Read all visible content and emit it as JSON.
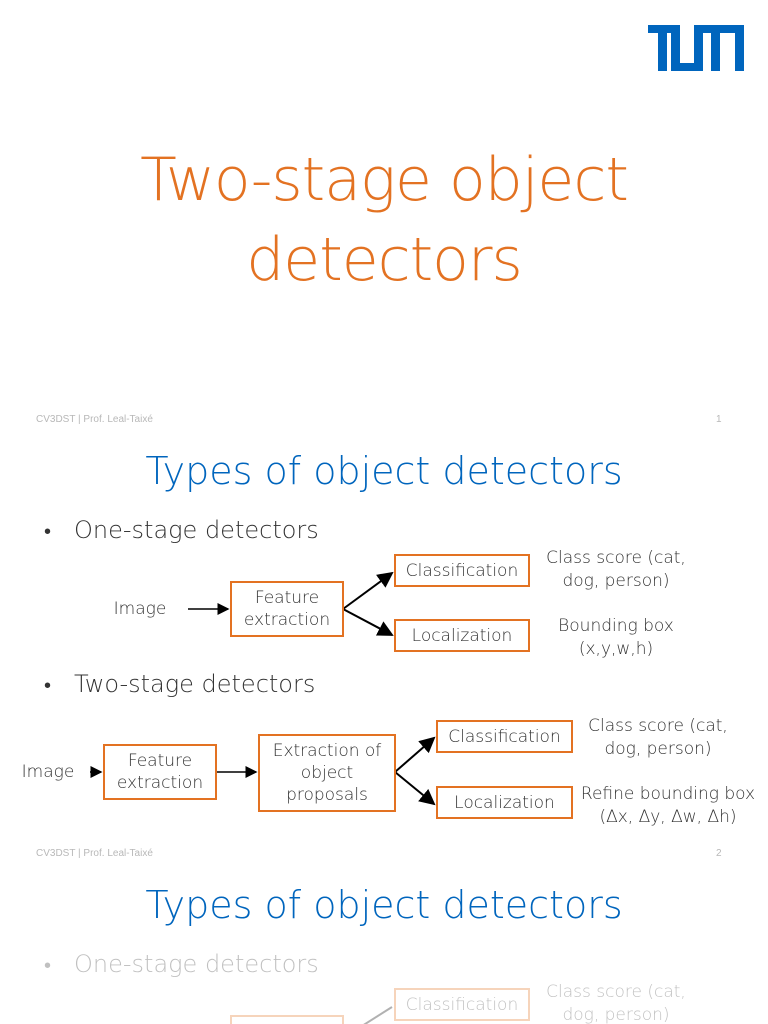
{
  "slide1": {
    "title_line1": "Two-stage object",
    "title_line2": "detectors",
    "footer": "CV3DST | Prof. Leal-Taixé",
    "page": "1",
    "logo": "tum-logo"
  },
  "slide2": {
    "title": "Types of object detectors",
    "bullet_one": "One-stage detectors",
    "bullet_two": "Two-stage detectors",
    "one_stage": {
      "image": "Image",
      "feature": "Feature extraction",
      "classification": "Classification",
      "localization": "Localization",
      "class_score": "Class score (cat, dog, person)",
      "bbox": "Bounding box (x,y,w,h)"
    },
    "two_stage": {
      "image": "Image",
      "feature": "Feature extraction",
      "proposals": "Extraction of object proposals",
      "classification": "Classification",
      "localization": "Localization",
      "class_score": "Class score (cat, dog, person)",
      "bbox": "Refine bounding box (Δx, Δy, Δw, Δh)"
    },
    "footer": "CV3DST | Prof. Leal-Taixé",
    "page": "2"
  },
  "slide3": {
    "title": "Types of object detectors",
    "bullet_one": "One-stage detectors",
    "classification": "Classification",
    "class_score": "Class score (cat, dog, person)"
  },
  "colors": {
    "accent": "#e37222",
    "title_blue": "#0065bd",
    "logo_blue": "#0065bd"
  }
}
